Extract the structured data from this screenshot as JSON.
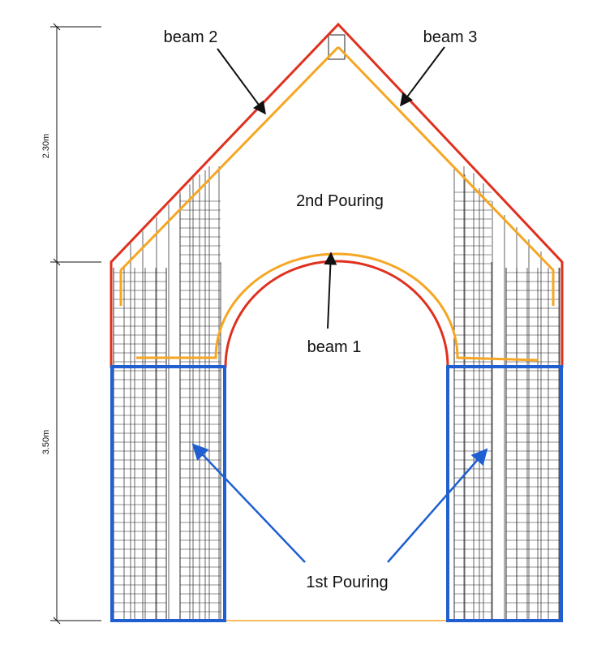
{
  "labels": {
    "beam_2": "beam 2",
    "beam_3": "beam 3",
    "second_pouring": "2nd Pouring",
    "beam_1": "beam 1",
    "first_pouring": "1st Pouring"
  },
  "dimensions": {
    "upper_height": "2.30m",
    "lower_height": "3.50m"
  },
  "colors": {
    "outline_red": "#e0301e",
    "beam_orange": "#f5a623",
    "pouring_blue": "#1f5fd1",
    "grid_line": "#222222",
    "arrow": "#111111",
    "arrow_blue": "#1f5fd1"
  }
}
